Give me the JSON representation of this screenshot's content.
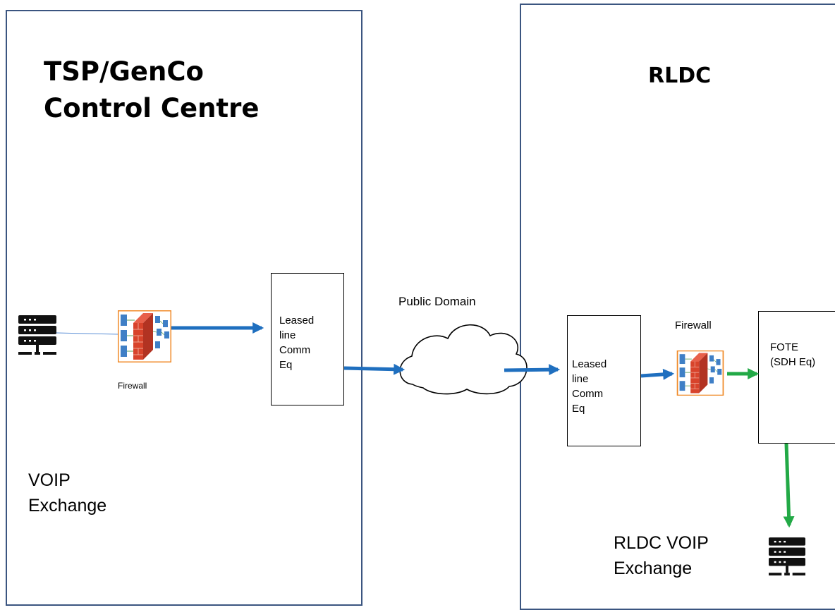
{
  "left_region": {
    "title": "TSP/GenCo\nControl Centre",
    "firewall_label": "Firewall",
    "leased_box": "Leased\nline\nComm\nEq",
    "voip_label": "VOIP\nExchange"
  },
  "cloud": {
    "label": "Public Domain"
  },
  "right_region": {
    "title": "RLDC",
    "leased_box": "Leased\nline\nComm\nEq",
    "firewall_label": "Firewall",
    "fote_box": "FOTE\n(SDH Eq)",
    "voip_label": "RLDC VOIP\nExchange"
  },
  "icons": [
    "server-icon",
    "firewall-icon"
  ],
  "colors": {
    "region_border": "#3b5580",
    "blue_arrow": "#1f6fbf",
    "green_arrow": "#22a946",
    "firewall_brick": "#d8432b",
    "firewall_frame": "#f08a28"
  }
}
